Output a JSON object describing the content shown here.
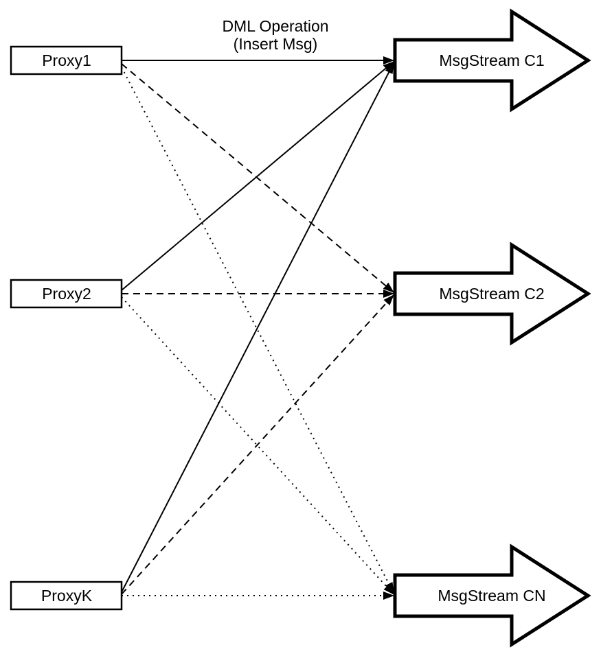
{
  "diagram": {
    "background_color": "#ffffff",
    "stroke_color": "#000000",
    "title": {
      "line1": "DML Operation",
      "line2": "(Insert Msg)"
    },
    "proxies": [
      {
        "label": "Proxy1"
      },
      {
        "label": "Proxy2"
      },
      {
        "label": "ProxyK"
      }
    ],
    "streams": [
      {
        "label": "MsgStream C1"
      },
      {
        "label": "MsgStream C2"
      },
      {
        "label": "MsgStream CN"
      }
    ],
    "edges": [
      {
        "from": "Proxy1",
        "to": "MsgStream C1",
        "style": "solid"
      },
      {
        "from": "Proxy1",
        "to": "MsgStream C2",
        "style": "dashed"
      },
      {
        "from": "Proxy1",
        "to": "MsgStream CN",
        "style": "dotted"
      },
      {
        "from": "Proxy2",
        "to": "MsgStream C1",
        "style": "solid"
      },
      {
        "from": "Proxy2",
        "to": "MsgStream C2",
        "style": "dashed"
      },
      {
        "from": "Proxy2",
        "to": "MsgStream CN",
        "style": "dotted"
      },
      {
        "from": "ProxyK",
        "to": "MsgStream C1",
        "style": "solid"
      },
      {
        "from": "ProxyK",
        "to": "MsgStream C2",
        "style": "dashed"
      },
      {
        "from": "ProxyK",
        "to": "MsgStream CN",
        "style": "dotted"
      }
    ]
  }
}
